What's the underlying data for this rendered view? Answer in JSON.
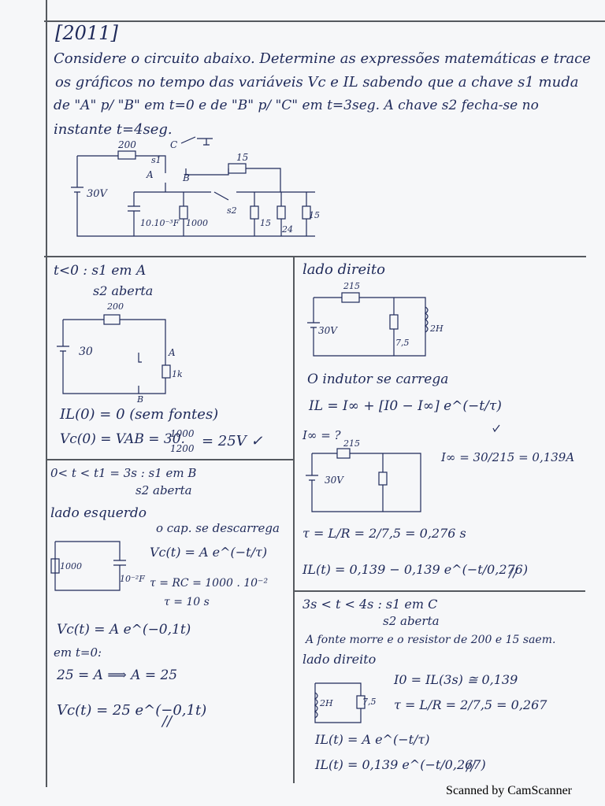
{
  "header": {
    "year": "[2011]",
    "problem": [
      "Considere o circuito abaixo. Determine as expressões matemáticas e trace",
      "os gráficos no tempo das variáveis Vc e IL sabendo que a chave s1 muda",
      "de \"A\" p/ \"B\" em t=0 e de \"B\" p/ \"C\" em t=3seg. A chave s2 fecha-se no",
      "instante t=4seg."
    ]
  },
  "main_circuit": {
    "labels": [
      "200",
      "C",
      "s1",
      "A",
      "B",
      "15",
      "30V",
      "10.10⁻³F",
      "1000",
      "s2",
      "15",
      "24",
      "15"
    ]
  },
  "section1": {
    "title": "t<0 : s1 em A",
    "subtitle": "s2 aberta",
    "circuit_labels": [
      "200",
      "30",
      "A",
      "1k",
      "B"
    ],
    "eq1": "IL(0) = 0   (sem fontes)",
    "eq2_left": "Vc(0) = VAB = 30.",
    "eq2_num": "1000",
    "eq2_den": "1200",
    "eq2_right": "= 25V ✓"
  },
  "section2": {
    "title": "0< t < t1 = 3s : s1 em B",
    "subtitle": "s2 aberta",
    "side": "lado esquerdo",
    "note": "o cap. se descarrega",
    "circuit_labels": [
      "1000",
      "10⁻²F"
    ],
    "eq1": "Vc(t) = A e^(−t/τ)",
    "eq2": "τ = RC = 1000 . 10⁻²",
    "eq3": "τ = 10 s",
    "eq4": "Vc(t) = A e^(−0,1t)",
    "eq5": "em t=0:",
    "eq6": "25 = A  ⟹  A = 25",
    "eq7": "Vc(t) = 25 e^(−0,1t)",
    "mark": "//"
  },
  "section3": {
    "side": "lado direito",
    "circuit_labels": [
      "215",
      "30V",
      "7,5",
      "2H"
    ],
    "note": "O indutor se carrega",
    "eq1": "IL = I∞ + [I0 − I∞] e^(−t/τ)",
    "eq2": "I∞ = ?",
    "circuit2_labels": [
      "215",
      "30V"
    ],
    "eq3": "I∞ = 30/215 = 0,139A",
    "eq4": "τ = L/R = 2/7,5 = 0,276 s",
    "eq5": "IL(t) = 0,139 − 0,139 e^(−t/0,276)",
    "mark": "//"
  },
  "section4": {
    "title": "3s < t < 4s : s1 em C",
    "subtitle": "s2 aberta",
    "note": "A fonte morre e o resistor de 200 e 15 saem.",
    "side": "lado direito",
    "circuit_labels": [
      "2H",
      "7,5"
    ],
    "eq1": "I0 = IL(3s) ≅ 0,139",
    "eq2": "τ = L/R = 2/7,5 = 0,267",
    "eq3": "IL(t) = A e^(−t/τ)",
    "eq4": "IL(t) = 0,139 e^(−t/0,267)",
    "mark": "//"
  },
  "footer": "Scanned by CamScanner"
}
